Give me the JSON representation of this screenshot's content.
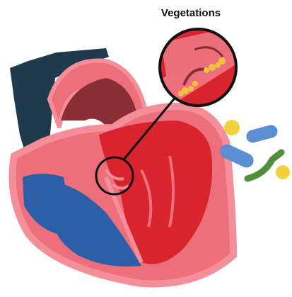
{
  "labels": {
    "vegetations": "Vegetations"
  },
  "colors": {
    "heart_outline": "#f48f9a",
    "heart_wall": "#ed6f7c",
    "left_chambers": "#d9232d",
    "dark_red_atrium": "#8a2e35",
    "vena_cava": "#1f3a4d",
    "right_chambers": "#2c5fa8",
    "vegetation": "#f2c23d",
    "bacteria_blue": "#5b8fd1",
    "bacteria_green": "#4f8f3a",
    "bacteria_yellow": "#f2d23c"
  },
  "icons": [
    "heart-diagram",
    "magnifier-callout",
    "bacteria-icon"
  ]
}
